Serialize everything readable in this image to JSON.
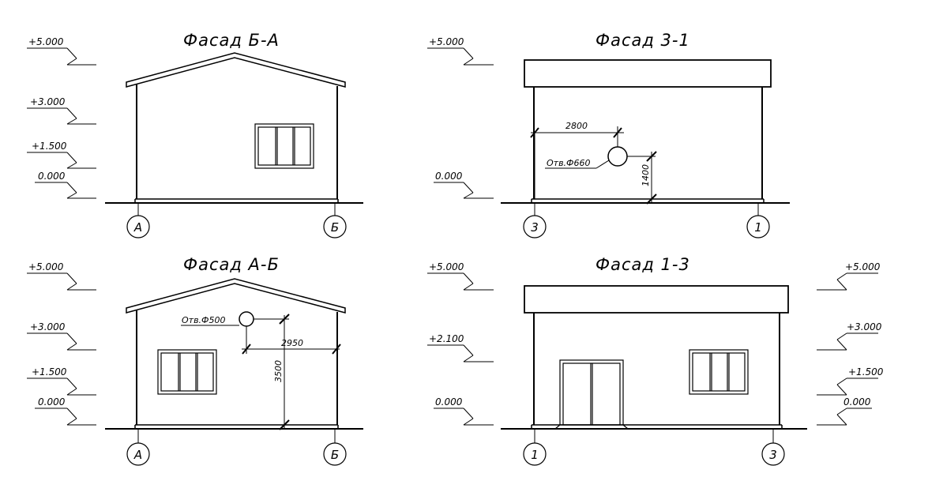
{
  "facades": {
    "ba": {
      "title": "Фасад Б-А",
      "levels": [
        "+5.000",
        "+3.000",
        "+1.500",
        "0.000"
      ],
      "axis_left": "А",
      "axis_right": "Б"
    },
    "z1": {
      "title": "Фасад 3-1",
      "levels": [
        "+5.000",
        "0.000"
      ],
      "axis_left": "3",
      "axis_right": "1",
      "hole_label": "Отв.Ф660",
      "dim_horizontal": "2800",
      "dim_vertical": "1400"
    },
    "ab": {
      "title": "Фасад А-Б",
      "levels": [
        "+5.000",
        "+3.000",
        "+1.500",
        "0.000"
      ],
      "axis_left": "А",
      "axis_right": "Б",
      "hole_label": "Отв.Ф500",
      "dim_horizontal": "2950",
      "dim_vertical": "3500"
    },
    "13": {
      "title": "Фасад 1-3",
      "levels_left": [
        "+5.000",
        "+2.100",
        "0.000"
      ],
      "levels_right": [
        "+5.000",
        "+3.000",
        "+1.500",
        "0.000"
      ],
      "axis_left": "1",
      "axis_right": "3"
    }
  },
  "colors": {
    "line": "#000000",
    "paper": "#ffffff"
  }
}
